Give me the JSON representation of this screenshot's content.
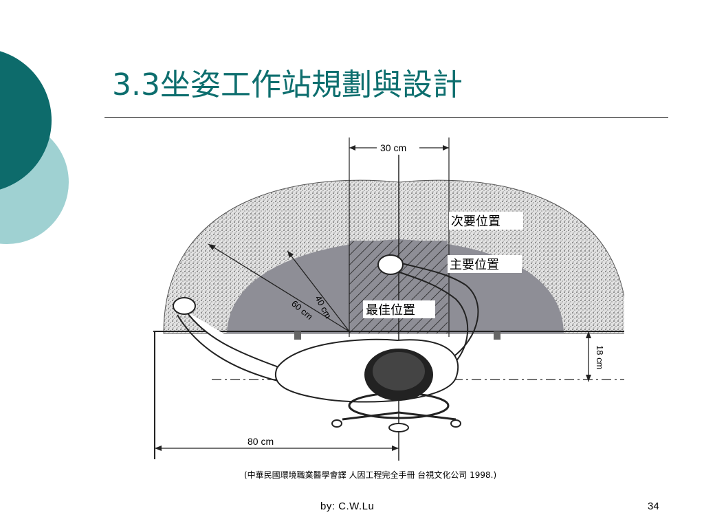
{
  "slide": {
    "title": "3.3坐姿工作站規劃與設計",
    "caption": "(中華民國環境職業醫學會譯 人因工程完全手冊 台視文化公司  1998.)",
    "footer_author": "by: C.W.Lu",
    "page_number": "34"
  },
  "figure": {
    "labels": {
      "top_width": "30 cm",
      "radius_inner": "40 cm",
      "radius_outer": "60 cm",
      "edge_depth": "18 cm",
      "seat_distance": "80 cm",
      "zone_secondary": "次要位置",
      "zone_primary": "主要位置",
      "zone_optimal": "最佳位置"
    }
  },
  "colors": {
    "title": "#0d6e6e",
    "deco_dark": "#0d6b6b",
    "deco_light": "#9fd1d2",
    "zone_primary_fill": "#8e8e96",
    "zone_secondary_fill": "#d6d6d6"
  }
}
